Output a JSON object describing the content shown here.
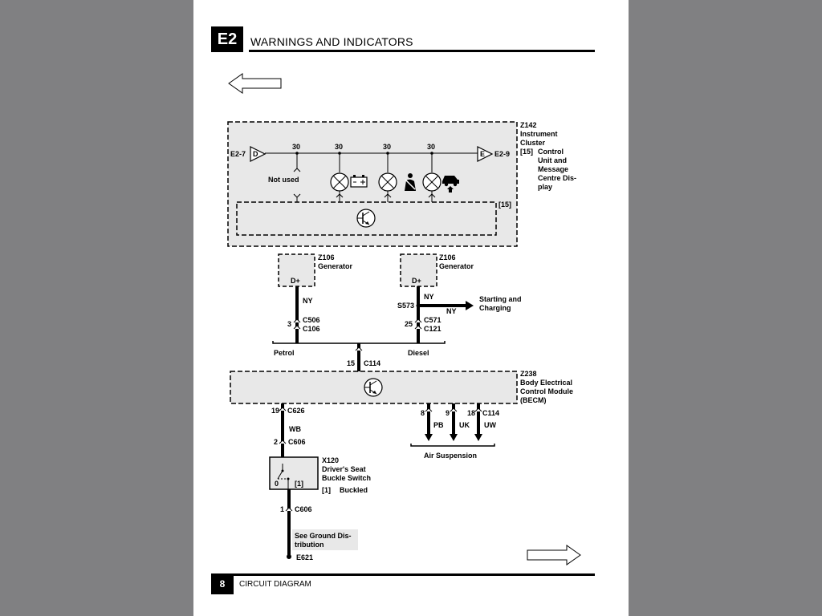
{
  "header": {
    "code": "E2",
    "title": "WARNINGS AND INDICATORS"
  },
  "footer": {
    "page_number": "8",
    "title": "CIRCUIT DIAGRAM"
  },
  "cluster": {
    "id": "Z142",
    "name_l1": "Instrument",
    "name_l2": "Cluster",
    "sub_ref": "[15]",
    "sub_l1": "Control",
    "sub_l2": "Unit and",
    "sub_l3": "Message",
    "sub_l4": "Centre Dis-",
    "sub_l5": "play",
    "left_ref": "E2-7",
    "right_ref": "E2-9",
    "d_label": "D",
    "e_label": "E",
    "pin_labels": [
      "30",
      "30",
      "30",
      "30"
    ],
    "not_used": "Not used",
    "inner_ref": "[15]"
  },
  "gen_petrol": {
    "id": "Z106",
    "name": "Generator",
    "pin": "D+",
    "wire": "NY",
    "pin_no": "3",
    "conn1": "C506",
    "conn2": "C106",
    "branch": "Petrol"
  },
  "gen_diesel": {
    "id": "Z106",
    "name": "Generator",
    "pin": "D+",
    "wire": "NY",
    "pin_no": "25",
    "conn1": "C571",
    "conn2": "C121",
    "branch": "Diesel",
    "splice": "S573",
    "splice_wire": "NY",
    "dest_l1": "Starting and",
    "dest_l2": "Charging"
  },
  "junction": {
    "pin_no": "15",
    "conn": "C114"
  },
  "becm": {
    "id": "Z238",
    "l1": "Body Electrical",
    "l2": "Control Module",
    "l3": "(BECM)"
  },
  "seat": {
    "pin_top": "19",
    "conn_top": "C626",
    "wire": "WB",
    "pin_mid": "2",
    "conn_mid": "C606",
    "id": "X120",
    "l1": "Driver's Seat",
    "l2": "Buckle Switch",
    "state_ref": "[1]",
    "state": "Buckled",
    "sw_zero": "0",
    "sw_one": "[1]",
    "pin_bot": "1",
    "conn_bot": "C606",
    "ground_l1": "See Ground Dis-",
    "ground_l2": "tribution",
    "ground_ref": "E621"
  },
  "air": {
    "pins": [
      "8",
      "9",
      "18"
    ],
    "conn": "C114",
    "wires": [
      "PB",
      "UK",
      "UW"
    ],
    "label": "Air Suspension"
  },
  "nav": {
    "prev": "arrow-left-icon",
    "next": "arrow-right-icon"
  }
}
